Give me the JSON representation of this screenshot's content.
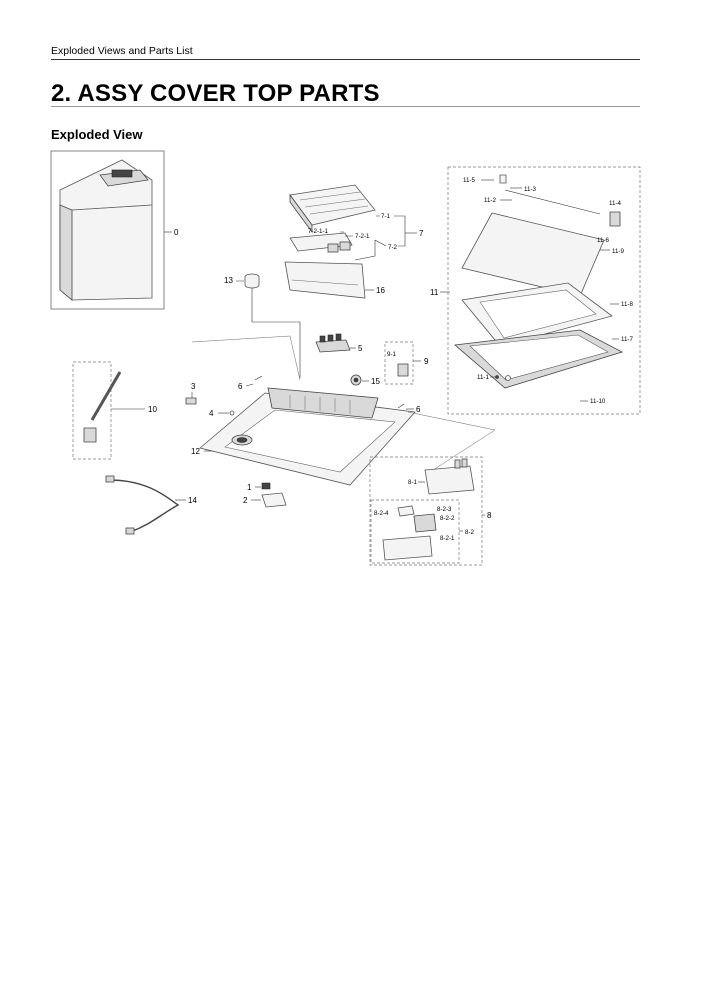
{
  "header": {
    "section": "Exploded Views and Parts List"
  },
  "page": {
    "title": "2.  ASSY COVER TOP PARTS",
    "subtitle": "Exploded View"
  },
  "callouts": {
    "c0": "0",
    "c1": "1",
    "c2": "2",
    "c3": "3",
    "c4": "4",
    "c5": "5",
    "c6a": "6",
    "c6b": "6",
    "c7": "7",
    "c7_1": "7-1",
    "c7_2": "7-2",
    "c7_2_1": "7-2-1",
    "c7_2_1_1": "7-2-1-1",
    "c8": "8",
    "c8_1": "8-1",
    "c8_2": "8-2",
    "c8_2_1": "8-2-1",
    "c8_2_2": "8-2-2",
    "c8_2_3": "8-2-3",
    "c8_2_4": "8-2-4",
    "c9": "9",
    "c9_1": "9-1",
    "c10": "10",
    "c11": "11",
    "c11_1": "11-1",
    "c11_2": "11-2",
    "c11_3": "11-3",
    "c11_4": "11-4",
    "c11_5": "11-5",
    "c11_6": "11-6",
    "c11_7": "11-7",
    "c11_8": "11-8",
    "c11_9": "11-9",
    "c11_10": "11-10",
    "c12": "12",
    "c13": "13",
    "c14": "14",
    "c15": "15",
    "c16": "16"
  }
}
